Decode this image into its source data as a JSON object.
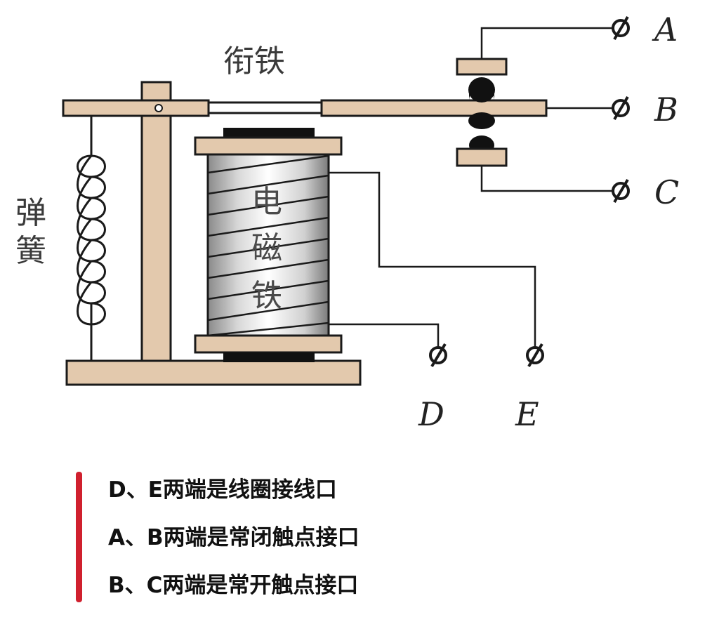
{
  "labels": {
    "armature": "衔铁",
    "spring": "弹簧",
    "electromagnet": "电磁铁"
  },
  "terminals": {
    "a": "A",
    "b": "B",
    "c": "C",
    "d": "D",
    "e": "E"
  },
  "notes": [
    "D、E两端是线圈接线口",
    "A、B两端是常闭触点接口",
    "B、C两端是常开触点接口"
  ],
  "colors": {
    "wood": "#e3c9ad",
    "outline": "#1a1a1a",
    "accent_bar": "#d0202e",
    "contact": "#111111"
  }
}
